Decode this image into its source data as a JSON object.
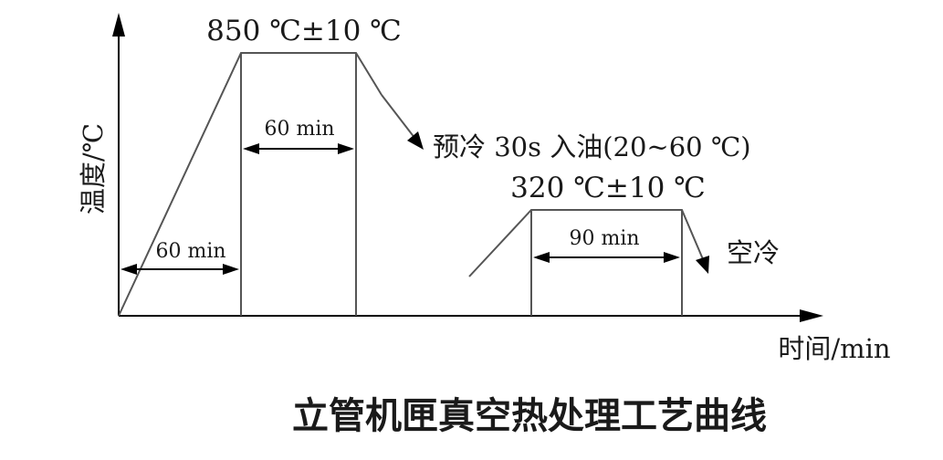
{
  "diagram": {
    "title": "立管机匣真空热处理工艺曲线",
    "axes": {
      "ylabel": "温度/℃",
      "xlabel": "时间/min"
    },
    "stage1": {
      "temperature_label": "850 ℃±10 ℃",
      "ramp_label": "60 min",
      "hold_label": "60 min",
      "cooling_label": "预冷 30s 入油(20~60 ℃)"
    },
    "stage2": {
      "temperature_label": "320 ℃±10 ℃",
      "hold_label": "90 min",
      "cooling_label": "空冷"
    },
    "colors": {
      "line": "#000000",
      "curve": "#555555",
      "text": "#1a1a1a"
    }
  }
}
